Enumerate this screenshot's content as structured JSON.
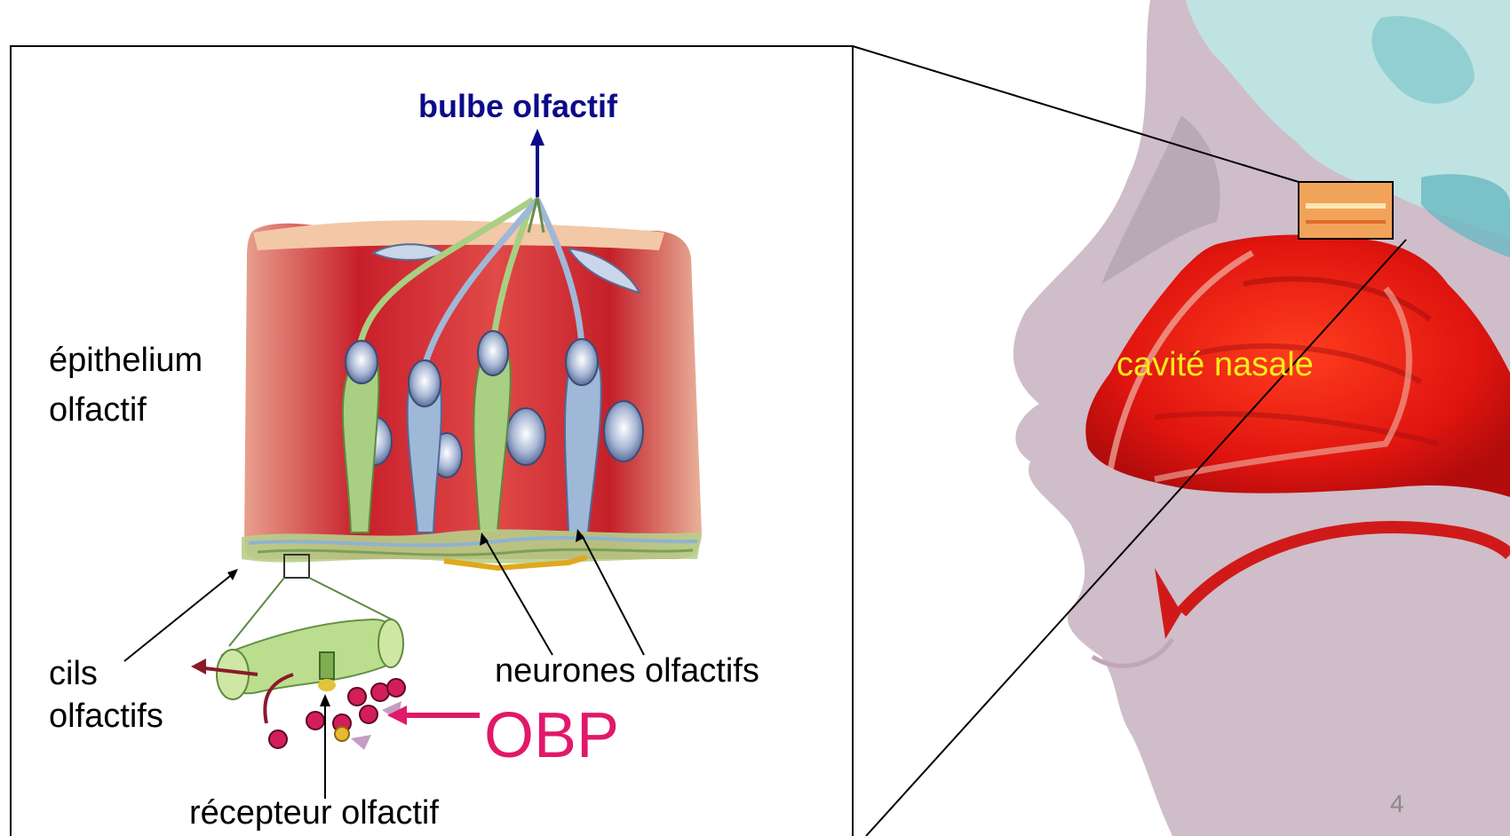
{
  "labels": {
    "bulbe": "bulbe olfactif",
    "epithelium_1": "épithelium",
    "epithelium_2": "olfactif",
    "cils_1": "cils",
    "cils_2": "olfactifs",
    "neurones": "neurones olfactifs",
    "obp": "OBP",
    "recepteur": "récepteur olfactif",
    "cavite": "cavité nasale",
    "page_number": "4"
  },
  "colors": {
    "title": "#0b0b8a",
    "obp": "#e2186a",
    "cavity_label": "#f4ec1c",
    "tissue_red": "#d8141a",
    "neuron_green": "#a9cf82",
    "neuron_blue": "#9fb8d8",
    "sinus_teal": "#bfe3e3",
    "skin": "#cdb9c6"
  }
}
